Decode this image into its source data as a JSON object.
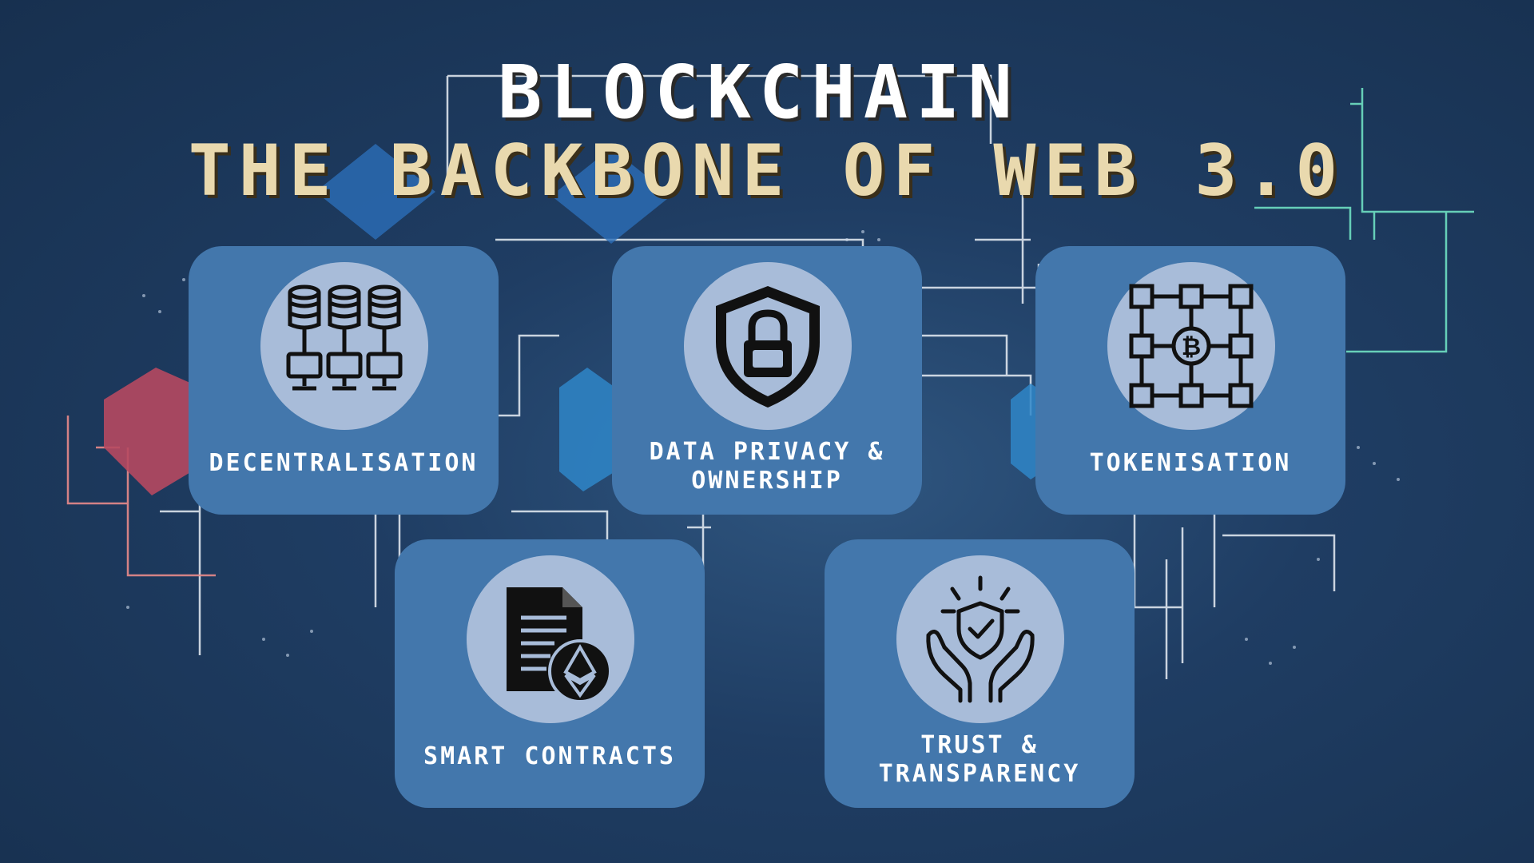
{
  "title": {
    "line1": "BLOCKCHAIN",
    "line2": "THE BACKBONE OF WEB 3.0"
  },
  "colors": {
    "background": "#1f3d63",
    "card": "#4377ac",
    "icon_circle": "#a8bcd9",
    "title_primary": "#ffffff",
    "title_accent": "#e9d9ae"
  },
  "cards": [
    {
      "label": "DECENTRALISATION",
      "icon": "server-network-icon"
    },
    {
      "label_line1": "DATA PRIVACY &",
      "label_line2": "OWNERSHIP",
      "icon": "shield-lock-icon"
    },
    {
      "label": "TOKENISATION",
      "icon": "bitcoin-network-icon"
    },
    {
      "label": "SMART CONTRACTS",
      "icon": "ethereum-contract-icon"
    },
    {
      "label_line1": "TRUST &",
      "label_line2": "TRANSPARENCY",
      "icon": "hands-shield-icon"
    }
  ]
}
